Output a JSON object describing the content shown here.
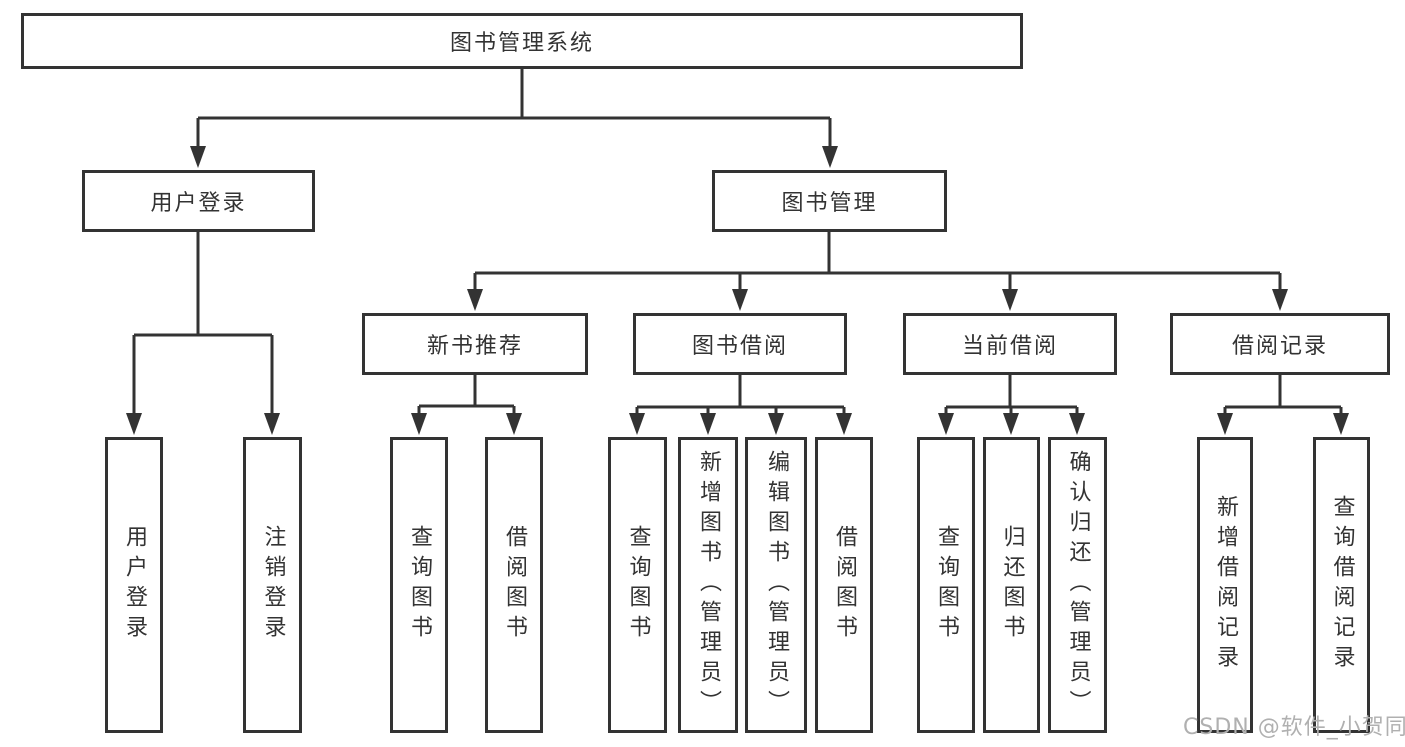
{
  "colors": {
    "line": "#333333",
    "box_border": "#333333",
    "box_background": "#ffffff",
    "text": "#333333",
    "watermark": "#b0b0b0"
  },
  "watermark": {
    "text": "CSDN @软件_小贺同学"
  },
  "tree": {
    "root": {
      "label": "图书管理系统"
    },
    "branches": [
      {
        "label": "用户登录",
        "children": [
          {
            "label": "用户登录"
          },
          {
            "label": "注销登录"
          }
        ]
      },
      {
        "label": "图书管理",
        "children": [
          {
            "label": "新书推荐",
            "children": [
              {
                "label": "查询图书"
              },
              {
                "label": "借阅图书"
              }
            ]
          },
          {
            "label": "图书借阅",
            "children": [
              {
                "label": "查询图书"
              },
              {
                "label": "新增图书（管理员）"
              },
              {
                "label": "编辑图书（管理员）"
              },
              {
                "label": "借阅图书"
              }
            ]
          },
          {
            "label": "当前借阅",
            "children": [
              {
                "label": "查询图书"
              },
              {
                "label": "归还图书"
              },
              {
                "label": "确认归还（管理员）"
              }
            ]
          },
          {
            "label": "借阅记录",
            "children": [
              {
                "label": "新增借阅记录"
              },
              {
                "label": "查询借阅记录"
              }
            ]
          }
        ]
      }
    ]
  }
}
